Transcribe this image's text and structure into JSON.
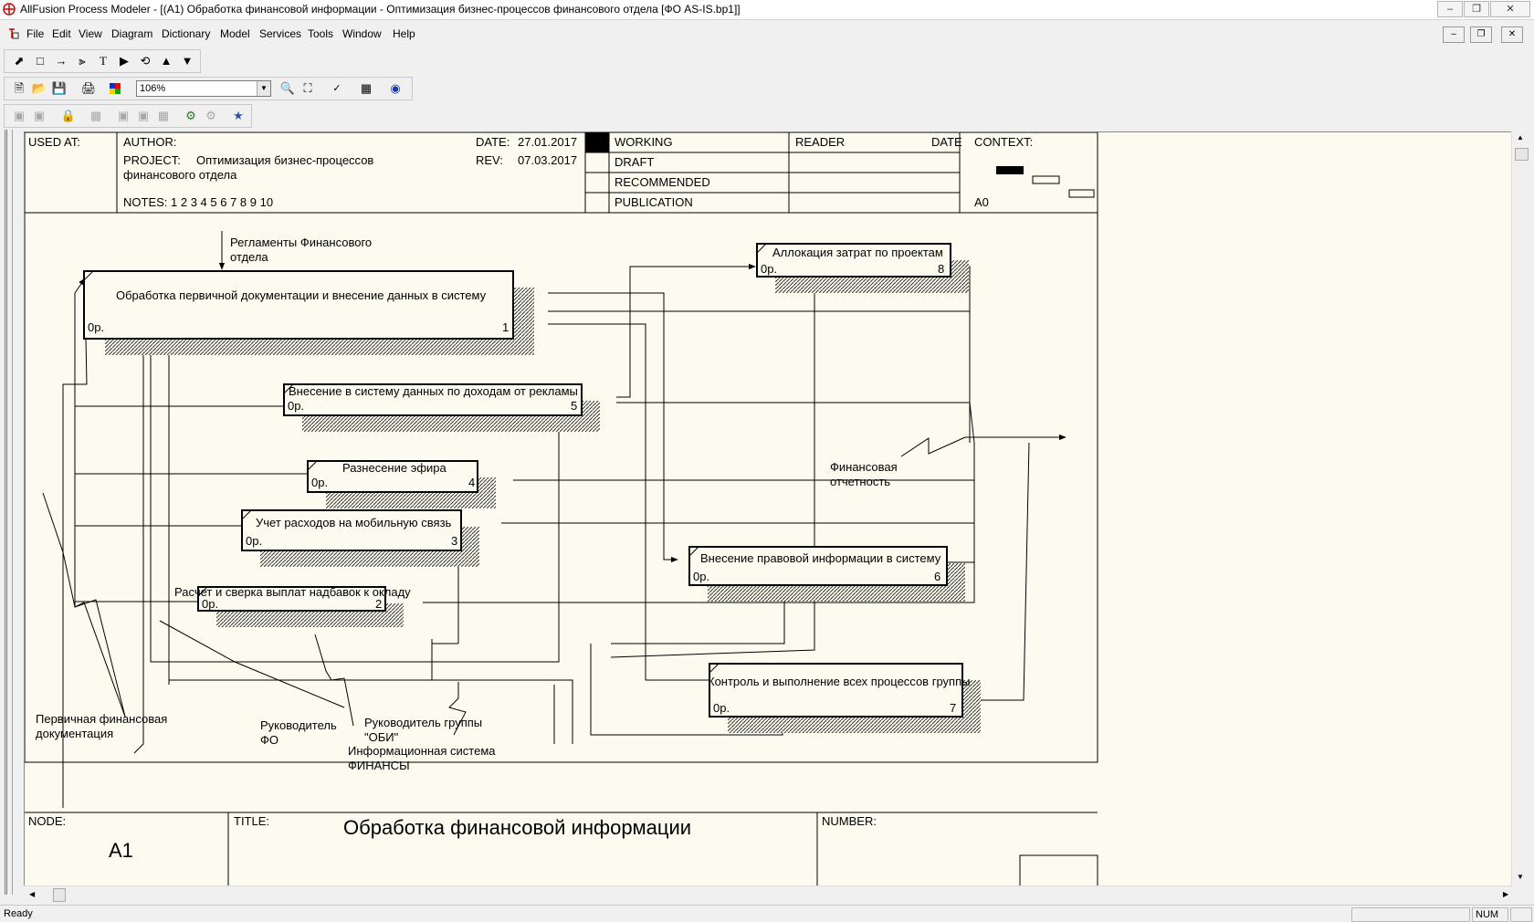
{
  "window": {
    "title": "AllFusion Process Modeler - [(A1) Обработка финансовой информации - Оптимизация бизнес-процессов финансового отдела  [ФО AS-IS.bp1]]"
  },
  "menu": [
    "File",
    "Edit",
    "View",
    "Diagram",
    "Dictionary",
    "Model",
    "Services",
    "Tools",
    "Window",
    "Help"
  ],
  "toolbar": {
    "zoom_value": "106%"
  },
  "header": {
    "used_at": "USED AT:",
    "author": "AUTHOR:",
    "project_label": "PROJECT:",
    "project_line1": "Оптимизация бизнес-процессов",
    "project_line2": "финансового отдела",
    "notes": "NOTES:  1  2  3  4  5  6  7  8  9  10",
    "date_label": "DATE:",
    "date_value": "27.01.2017",
    "rev_label": "REV:",
    "rev_value": "07.03.2017",
    "status": [
      "WORKING",
      "DRAFT",
      "RECOMMENDED",
      "PUBLICATION"
    ],
    "reader": "READER",
    "reader_date": "DATE",
    "context": "CONTEXT:",
    "context_node": "A0"
  },
  "boxes": [
    {
      "num": "1",
      "label": "Обработка первичной документации и внесение данных в систему",
      "cost": "0р."
    },
    {
      "num": "5",
      "label": "Внесение в систему данных по доходам от рекламы",
      "cost": "0р."
    },
    {
      "num": "4",
      "label": "Разнесение эфира",
      "cost": "0р."
    },
    {
      "num": "3",
      "label": "Учет расходов на мобильную связь",
      "cost": "0р."
    },
    {
      "num": "2",
      "label": "Расчет и сверка выплат надбавок к окладу",
      "cost": "0р."
    },
    {
      "num": "8",
      "label": "Аллокация затрат по проектам",
      "cost": "0р."
    },
    {
      "num": "6",
      "label": "Внесение правовой информации в систему",
      "cost": "0р."
    },
    {
      "num": "7",
      "label": "Контроль и выполнение всех процессов группы",
      "cost": "0р."
    }
  ],
  "arrow_labels": {
    "control_top_line1": "Регламенты Финансового",
    "control_top_line2": "отдела",
    "input_line1": "Первичная финансовая",
    "input_line2": "документация",
    "mech1_line1": "Руководитель",
    "mech1_line2": "ФО",
    "mech2_line1": "Руководитель группы",
    "mech2_line2": "\"ОБИ\"",
    "mech3_line1": "Информационная система",
    "mech3_line2": "ФИНАНСЫ",
    "output_line1": "Финансовая",
    "output_line2": "отчетность"
  },
  "footer": {
    "node_label": "NODE:",
    "node_value": "A1",
    "title_label": "TITLE:",
    "title_value": "Обработка финансовой информации",
    "number_label": "NUMBER:"
  },
  "status": {
    "ready": "Ready",
    "num": "NUM"
  }
}
